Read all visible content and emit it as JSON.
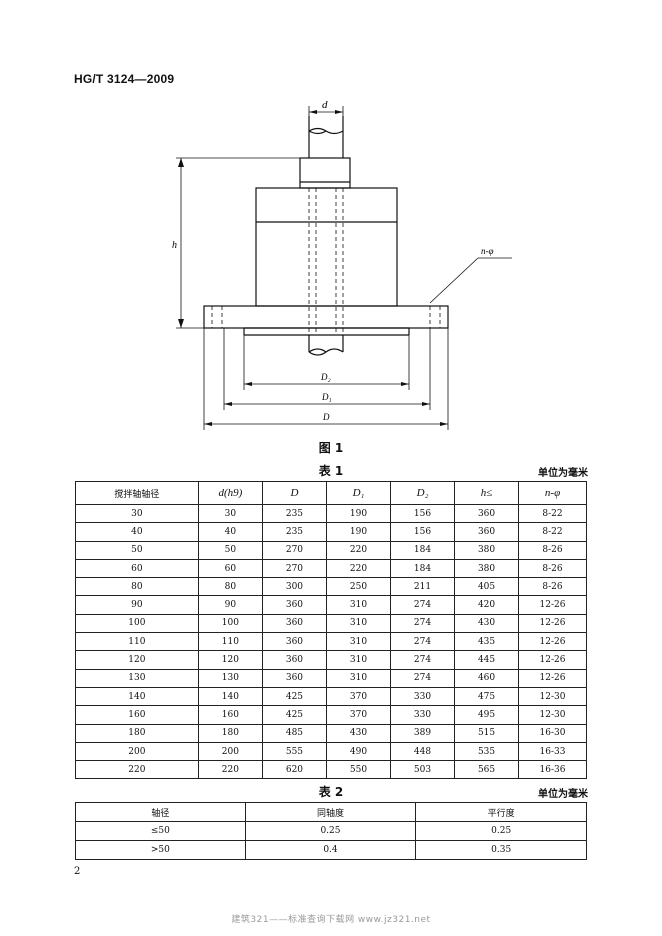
{
  "header": {
    "standard_no": "HG/T 3124—2009"
  },
  "figure": {
    "caption": "图 1",
    "labels": {
      "d": "d",
      "h": "h",
      "n_phi": "n-φ",
      "D2": "D₂",
      "D1": "D₁",
      "D": "D"
    }
  },
  "table1": {
    "title": "表 1",
    "unit": "单位为毫米",
    "headers": [
      "搅拌轴轴径",
      "d(h9)",
      "D",
      "D₁",
      "D₂",
      "h≤",
      "n-φ"
    ],
    "rows": [
      [
        "30",
        "30",
        "235",
        "190",
        "156",
        "360",
        "8-22"
      ],
      [
        "40",
        "40",
        "235",
        "190",
        "156",
        "360",
        "8-22"
      ],
      [
        "50",
        "50",
        "270",
        "220",
        "184",
        "380",
        "8-26"
      ],
      [
        "60",
        "60",
        "270",
        "220",
        "184",
        "380",
        "8-26"
      ],
      [
        "80",
        "80",
        "300",
        "250",
        "211",
        "405",
        "8-26"
      ],
      [
        "90",
        "90",
        "360",
        "310",
        "274",
        "420",
        "12-26"
      ],
      [
        "100",
        "100",
        "360",
        "310",
        "274",
        "430",
        "12-26"
      ],
      [
        "110",
        "110",
        "360",
        "310",
        "274",
        "435",
        "12-26"
      ],
      [
        "120",
        "120",
        "360",
        "310",
        "274",
        "445",
        "12-26"
      ],
      [
        "130",
        "130",
        "360",
        "310",
        "274",
        "460",
        "12-26"
      ],
      [
        "140",
        "140",
        "425",
        "370",
        "330",
        "475",
        "12-30"
      ],
      [
        "160",
        "160",
        "425",
        "370",
        "330",
        "495",
        "12-30"
      ],
      [
        "180",
        "180",
        "485",
        "430",
        "389",
        "515",
        "16-30"
      ],
      [
        "200",
        "200",
        "555",
        "490",
        "448",
        "535",
        "16-33"
      ],
      [
        "220",
        "220",
        "620",
        "550",
        "503",
        "565",
        "16-36"
      ]
    ]
  },
  "table2": {
    "title": "表 2",
    "unit": "单位为毫米",
    "headers": [
      "轴径",
      "同轴度",
      "平行度"
    ],
    "rows": [
      [
        "≤50",
        "0.25",
        "0.25"
      ],
      [
        ">50",
        "0.4",
        "0.35"
      ]
    ]
  },
  "page_number": "2",
  "watermark": "建筑321——标准查询下载网    www.jz321.net"
}
